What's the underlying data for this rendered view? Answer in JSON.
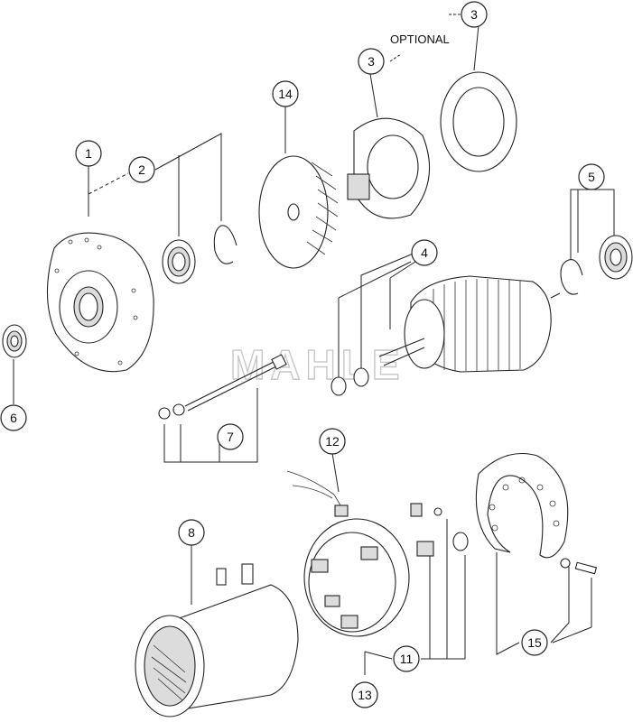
{
  "watermark": "MAHLE",
  "optional_label": "OPTIONAL",
  "callouts": [
    "1",
    "2",
    "3",
    "3",
    "4",
    "5",
    "6",
    "7",
    "8",
    "11",
    "12",
    "13",
    "14",
    "15"
  ]
}
